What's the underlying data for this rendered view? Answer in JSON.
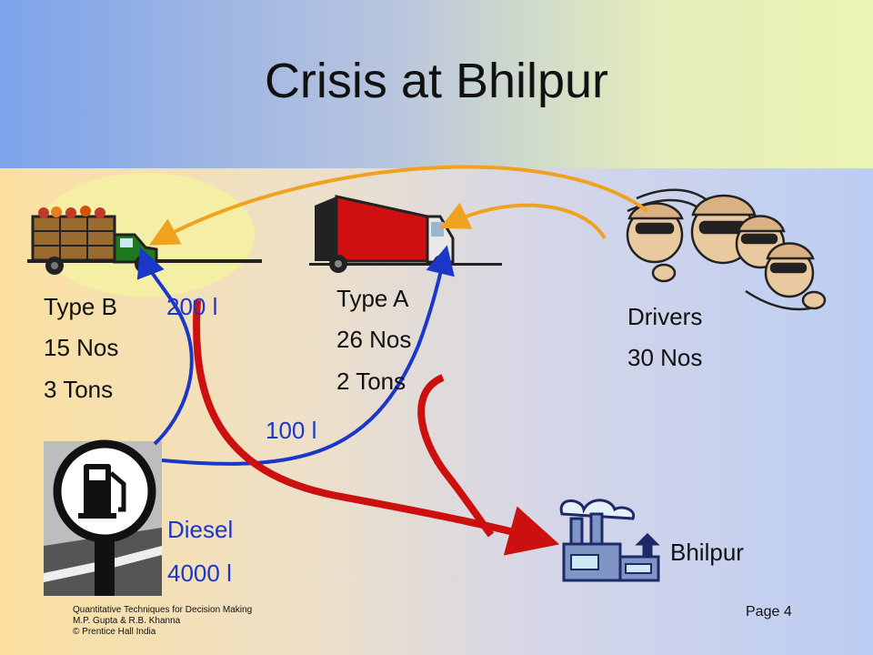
{
  "slide": {
    "title": "Crisis at Bhilpur",
    "page": "Page 4"
  },
  "truck_b": {
    "name": "Type B",
    "count": "15 Nos",
    "capacity": "3 Tons",
    "fuel": "200 l"
  },
  "truck_a": {
    "name": "Type A",
    "count": "26 Nos",
    "capacity": "2 Tons",
    "fuel": "100 l"
  },
  "drivers": {
    "name": "Drivers",
    "count": "30 Nos"
  },
  "diesel": {
    "name": "Diesel",
    "amount": "4000 l"
  },
  "city": {
    "name": "Bhilpur"
  },
  "footer": {
    "line1": "Quantitative Techniques for Decision Making",
    "line2": "M.P. Gupta & R.B. Khanna",
    "line3": "© Prentice Hall India"
  },
  "colors": {
    "fuel_arrow": "#1a37c9",
    "road_arrow": "#cc0f0f",
    "driver_arrow": "#f0a21f",
    "truck_a_body": "#d01010",
    "truck_b_cab": "#1f7a1f"
  },
  "icons": [
    "truck-b-icon",
    "truck-a-icon",
    "drivers-icon",
    "fuel-pump-icon",
    "factory-icon"
  ]
}
